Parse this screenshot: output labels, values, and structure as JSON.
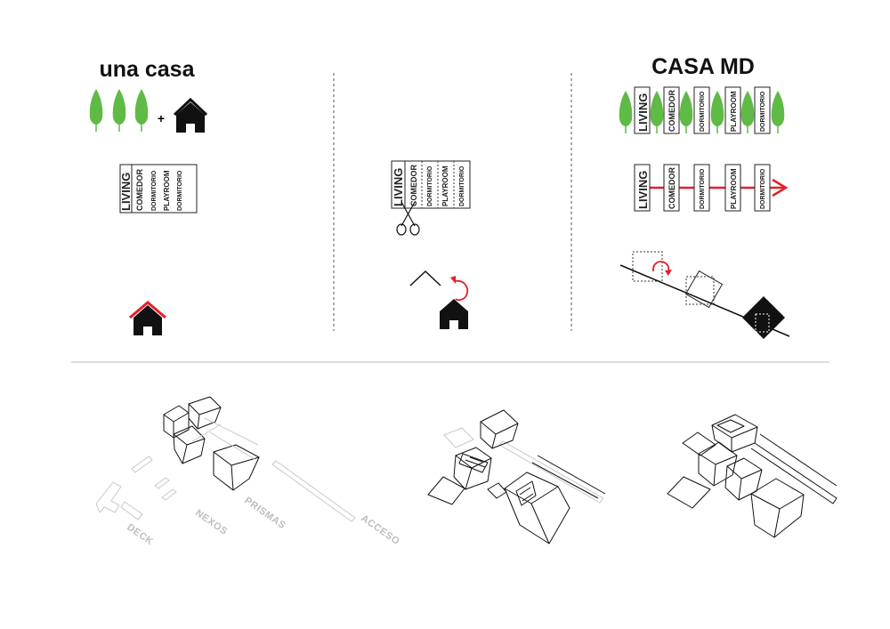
{
  "panel1": {
    "title": "una casa",
    "plus": "+",
    "rooms": [
      "LIVING",
      "COMEDOR",
      "DORMITORIO",
      "PLAYROOM",
      "DORMITORIO"
    ]
  },
  "panel2": {
    "rooms": [
      "LIVING",
      "COMEDOR",
      "DORMITORIO",
      "PLAYROOM",
      "DORMITORIO"
    ]
  },
  "panel3": {
    "title": "CASA MD",
    "rooms": [
      "LIVING",
      "COMEDOR",
      "DORMITORIO",
      "PLAYROOM",
      "DORMITORIO"
    ]
  },
  "axo_labels": {
    "deck": "DECK",
    "nexos": "NEXOS",
    "prismas": "PRISMAS",
    "acceso": "ACCESO"
  },
  "colors": {
    "tree": "#5fba46",
    "accent": "#e32028",
    "ink": "#111111",
    "ghost": "#c8c8c8",
    "divider": "#bbbbbb"
  },
  "icons": [
    "tree-icon",
    "house-icon",
    "scissors-icon",
    "rotate-arrow-icon",
    "arrow-right-icon"
  ]
}
